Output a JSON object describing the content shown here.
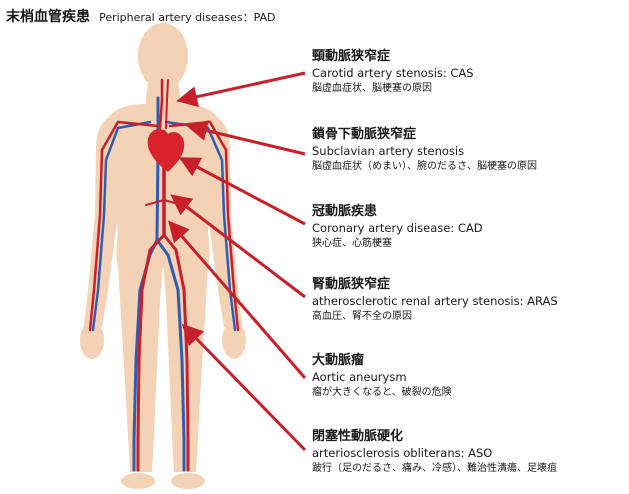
{
  "header": {
    "title_jp": "末梢血管疾患",
    "title_en": "Peripheral artery diseases：PAD"
  },
  "colors": {
    "skin": "#f3d2b6",
    "artery": "#c8202a",
    "vein": "#2f5db0",
    "heart": "#d8232c"
  },
  "labels": [
    {
      "jp": "頸動脈狭窄症",
      "en": "Carotid artery stenosis: CAS",
      "symptoms": "脳虚血症状、脳梗塞の原因"
    },
    {
      "jp": "鎖骨下動脈狭窄症",
      "en": "Subclavian artery stenosis",
      "symptoms": "脳虚血症状（めまい）、腕のだるさ、脳梗塞の原因"
    },
    {
      "jp": "冠動脈疾患",
      "en": "Coronary artery disease: CAD",
      "symptoms": "狭心症、心筋梗塞"
    },
    {
      "jp": "腎動脈狭窄症",
      "en": "atherosclerotic renal artery stenosis: ARAS",
      "symptoms": "高血圧、腎不全の原因"
    },
    {
      "jp": "大動脈瘤",
      "en": "Aortic aneurysm",
      "symptoms": "瘤が大きくなると、破裂の危険"
    },
    {
      "jp": "閉塞性動脈硬化",
      "en": "arteriosclerosis obliterans: ASO",
      "symptoms": "跛行（足のだるさ、痛み、冷感）、難治性潰瘍、足壊疽"
    }
  ]
}
